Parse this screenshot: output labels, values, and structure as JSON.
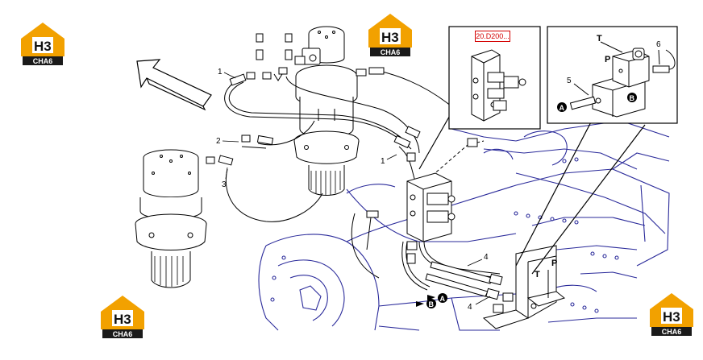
{
  "brand": {
    "logo_mark": "H3",
    "logo_text": "CHA6",
    "colors": {
      "house": "#f2a100",
      "plate": "#1a1a1a",
      "mark_bg": "#ffffff"
    }
  },
  "reference_code": "20.D200...",
  "callouts": {
    "c1a": "1",
    "c1b": "1",
    "c2": "2",
    "c3": "3",
    "c4a": "4",
    "c4b": "4",
    "c5": "5",
    "c6": "6"
  },
  "ports": {
    "T_inset": "T",
    "P_inset": "P",
    "T_block": "T",
    "P_block": "P"
  },
  "markers": {
    "A": "A",
    "B": "B"
  },
  "colors": {
    "frame_lines": "#2a2a9a",
    "drawing": "#000000",
    "accent": "#d40000"
  }
}
